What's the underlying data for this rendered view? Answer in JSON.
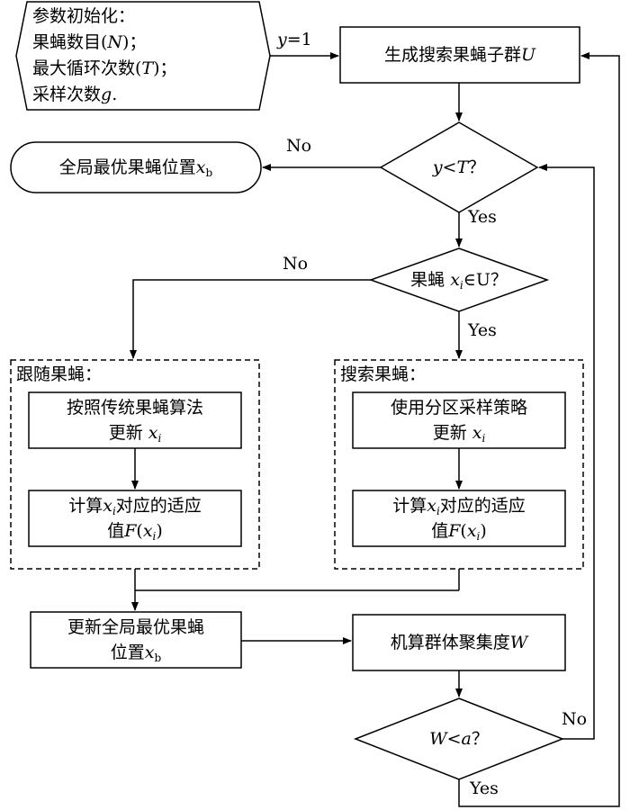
{
  "init": {
    "title": "参数初始化：",
    "line1_pre": "果蝇数目(",
    "line1_var": "N",
    "line1_post": ")；",
    "line2_pre": "最大循环次数(",
    "line2_var": "T",
    "line2_post": ")；",
    "line3_pre": "采样次数",
    "line3_var": "g",
    "line3_post": "."
  },
  "edge_y1": {
    "var": "y",
    "rest": "=1"
  },
  "generate": {
    "text": "生成搜索果蝇子群",
    "var": "U"
  },
  "cond_t": {
    "a": "y",
    "op": "<",
    "b": "T",
    "q": "？"
  },
  "end": {
    "text": "全局最优果蝇位置",
    "var": "x",
    "sub": "b"
  },
  "cond_u": {
    "pre": "果蝇 ",
    "var": "x",
    "sub": "i",
    "post": "∈U？"
  },
  "follow": {
    "title": "跟随果蝇：",
    "step1_l1": "按照传统果蝇算法",
    "step1_l2": "更新 ",
    "step1_var": "x",
    "step1_sub": "i",
    "step2_l1_pre": "计算",
    "step2_var": "x",
    "step2_sub": "i",
    "step2_l1_post": "对应的适应",
    "step2_l2_pre": "值",
    "step2_F": "F",
    "step2_open": "(",
    "step2_x": "x",
    "step2_xs": "i",
    "step2_close": ")"
  },
  "search": {
    "title": "搜索果蝇：",
    "step1_l1": "使用分区采样策略",
    "step1_l2": "更新 ",
    "step1_var": "x",
    "step1_sub": "i",
    "step2_l1_pre": "计算",
    "step2_var": "x",
    "step2_sub": "i",
    "step2_l1_post": "对应的适应",
    "step2_l2_pre": "值",
    "step2_F": "F",
    "step2_open": "(",
    "step2_x": "x",
    "step2_xs": "i",
    "step2_close": ")"
  },
  "update_global": {
    "l1": "更新全局最优果蝇",
    "l2": "位置",
    "var": "x",
    "sub": "b"
  },
  "aggregation": {
    "text": "机算群体聚集度",
    "var": "W"
  },
  "cond_w": {
    "a": "W",
    "op": "<",
    "b": "a",
    "q": "？"
  },
  "labels": {
    "no": "No",
    "yes": "Yes"
  }
}
